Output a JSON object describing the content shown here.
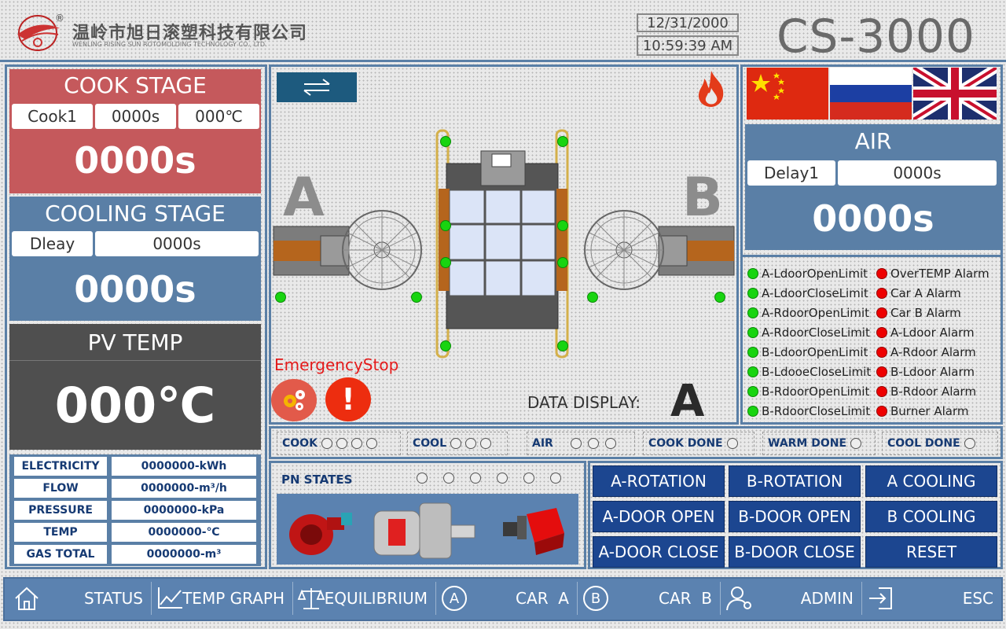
{
  "header": {
    "company_cn": "温岭市旭日滚塑科技有限公司",
    "company_en": "WENLING RISING SUN ROTOMOLDING TECHNOLOGY CO., LTD.",
    "registered_mark": "®",
    "date": "12/31/2000",
    "time": "10:59:39 AM",
    "model": "CS-3000"
  },
  "cook_stage": {
    "title": "COOK STAGE",
    "step": "Cook1",
    "time": "0000s",
    "temp": "000℃",
    "countdown": "0000s"
  },
  "cooling_stage": {
    "title": "COOLING STAGE",
    "label": "Dleay",
    "time": "0000s",
    "countdown": "0000s"
  },
  "pv_temp": {
    "title": "PV TEMP",
    "value": "000℃"
  },
  "meters": [
    {
      "label": "ELECTRICITY",
      "value": "0000000-kWh"
    },
    {
      "label": "FLOW",
      "value": "0000000-m³/h"
    },
    {
      "label": "PRESSURE",
      "value": "0000000-kPa"
    },
    {
      "label": "TEMP",
      "value": "0000000-℃"
    },
    {
      "label": "GAS TOTAL",
      "value": "0000000-m³"
    }
  ],
  "machine": {
    "label_a": "A",
    "label_b": "B",
    "switch_icon": "swap-arrows-icon",
    "flame_icon": "flame-icon",
    "emergency_stop": "EmergencyStop",
    "data_display_label": "DATA DISPLAY:",
    "data_display_value": "A"
  },
  "air": {
    "title": "AIR",
    "label": "Delay1",
    "time": "0000s",
    "countdown": "0000s"
  },
  "limits": [
    "A-LdoorOpenLimit",
    "A-LdoorCloseLimit",
    "A-RdoorOpenLimit",
    "A-RdoorCloseLimit",
    "B-LdoorOpenLimit",
    "B-LdooeCloseLimit",
    "B-RdoorOpenLimit",
    "B-RdoorCloseLimit"
  ],
  "alarms": [
    "OverTEMP Alarm",
    "Car A Alarm",
    "Car B Alarm",
    "A-Ldoor Alarm",
    "A-Rdoor Alarm",
    "B-Ldoor Alarm",
    "B-Rdoor Alarm",
    "Burner Alarm"
  ],
  "signals": {
    "cook": "COOK",
    "cool": "COOL",
    "air": "AIR",
    "cook_done": "COOK DONE",
    "warm_done": "WARM DONE",
    "cool_done": "COOL DONE"
  },
  "pn_states": {
    "title": "PN STATES"
  },
  "controls": [
    "A-ROTATION",
    "B-ROTATION",
    "A COOLING",
    "A-DOOR OPEN",
    "B-DOOR OPEN",
    "B COOLING",
    "A-DOOR CLOSE",
    "B-DOOR CLOSE",
    "RESET"
  ],
  "nav": [
    {
      "label": "STATUS",
      "icon": "home-icon"
    },
    {
      "label": "TEMP GRAPH",
      "icon": "line-chart-icon"
    },
    {
      "label": "EQUILIBRIUM",
      "icon": "balance-icon"
    },
    {
      "label": "CAR  A",
      "icon": "circle-a-icon",
      "icon_text": "A"
    },
    {
      "label": "CAR  B",
      "icon": "circle-b-icon",
      "icon_text": "B"
    },
    {
      "label": "ADMIN",
      "icon": "user-key-icon"
    },
    {
      "label": "ESC",
      "icon": "exit-icon"
    }
  ],
  "colors": {
    "cook_red": "#c5595c",
    "blue_panel": "#5a7fa6",
    "dark_panel": "#4f4f4f",
    "button_blue": "#1c4690",
    "nav_blue": "#5b82b0",
    "signal_text": "#163a73"
  }
}
